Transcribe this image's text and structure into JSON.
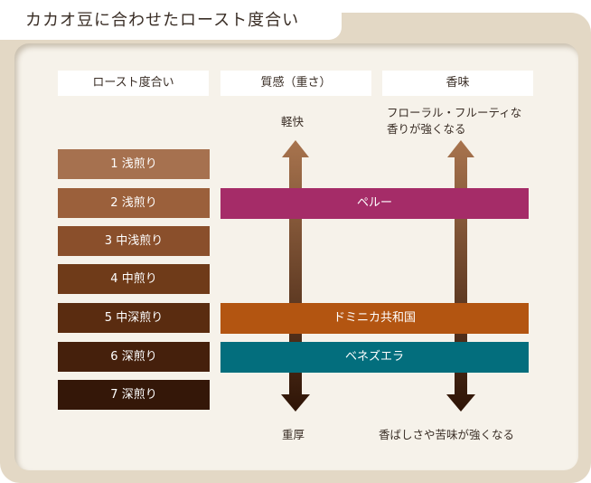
{
  "title": "カカオ豆に合わせたロースト度合い",
  "headers": {
    "roast": "ロースト度合い",
    "body": "質感（重さ）",
    "aroma": "香味"
  },
  "body_axis": {
    "top": "軽快",
    "bottom": "重厚"
  },
  "aroma_axis": {
    "top_line1": "フローラル・フルーティな",
    "top_line2": "香りが強くなる",
    "bottom": "香ばしさや苦味が強くなる"
  },
  "roasts": [
    {
      "label": "1 浅煎り",
      "color": "#a6714f"
    },
    {
      "label": "2 浅煎り",
      "color": "#9b603b"
    },
    {
      "label": "3 中浅煎り",
      "color": "#8a4f2b"
    },
    {
      "label": "4 中煎り",
      "color": "#6f3b19"
    },
    {
      "label": "5 中深煎り",
      "color": "#5a2c10"
    },
    {
      "label": "6 深煎り",
      "color": "#45200c"
    },
    {
      "label": "7 深煎り",
      "color": "#341708"
    }
  ],
  "beans": [
    {
      "label": "ペルー",
      "color": "#a52c68",
      "roast": 2
    },
    {
      "label": "ドミニカ共和国",
      "color": "#b35511",
      "roast": 5
    },
    {
      "label": "ベネズエラ",
      "color": "#036e7d",
      "roast": 6
    }
  ]
}
